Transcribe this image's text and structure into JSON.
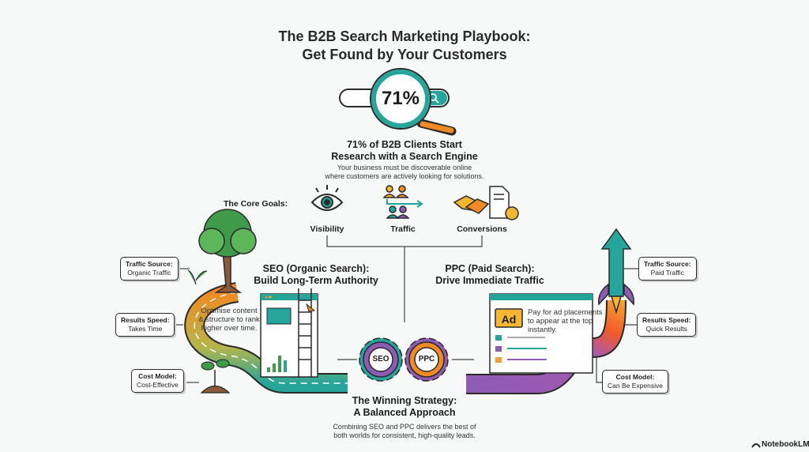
{
  "title": {
    "line1": "The B2B Search Marketing Playbook:",
    "line2": "Get Found by Your Customers"
  },
  "stat": {
    "value": "71%",
    "heading_line1": "71% of B2B Clients Start",
    "heading_line2": "Research with a Search Engine",
    "desc_line1": "Your business must be discoverable online",
    "desc_line2": "where customers are actively looking for solutions."
  },
  "goals": {
    "label": "The Core Goals:",
    "items": [
      {
        "label": "Visibility",
        "icon": "eye-icon"
      },
      {
        "label": "Traffic",
        "icon": "people-arrow-icon"
      },
      {
        "label": "Conversions",
        "icon": "handshake-dollar-icon"
      }
    ]
  },
  "seo": {
    "heading_line1": "SEO (Organic Search):",
    "heading_line2": "Build Long-Term Authority",
    "desc_line1": "Optimise content",
    "desc_line2": "& structure to rank",
    "desc_line3": "higher over time.",
    "callouts": [
      {
        "title": "Traffic Source:",
        "value": "Organic Traffic"
      },
      {
        "title": "Results Speed:",
        "value": "Takes Time"
      },
      {
        "title": "Cost Model:",
        "value": "Cost-Effective"
      }
    ]
  },
  "ppc": {
    "heading_line1": "PPC (Paid Search):",
    "heading_line2": "Drive Immediate Traffic",
    "ad_label": "Ad",
    "desc_line1": "Pay for ad placements",
    "desc_line2": "to appear at the top",
    "desc_line3": "instantly.",
    "callouts": [
      {
        "title": "Traffic Source:",
        "value": "Paid Traffic"
      },
      {
        "title": "Results Speed:",
        "value": "Quick Results"
      },
      {
        "title": "Cost Model:",
        "value": "Can Be Expensive"
      }
    ]
  },
  "gears": {
    "left": "SEO",
    "right": "PPC"
  },
  "strategy": {
    "heading_line1": "The Winning Strategy:",
    "heading_line2": "A Balanced Approach",
    "desc_line1": "Combining SEO and PPC delivers the best of",
    "desc_line2": "both worlds for consistent, high-quality leads."
  },
  "brand": "NotebookLM",
  "colors": {
    "teal": "#26a69a",
    "orange": "#f08a24",
    "purple": "#8e5bb5",
    "green": "#3f9a4a",
    "yellow": "#f5b731"
  }
}
